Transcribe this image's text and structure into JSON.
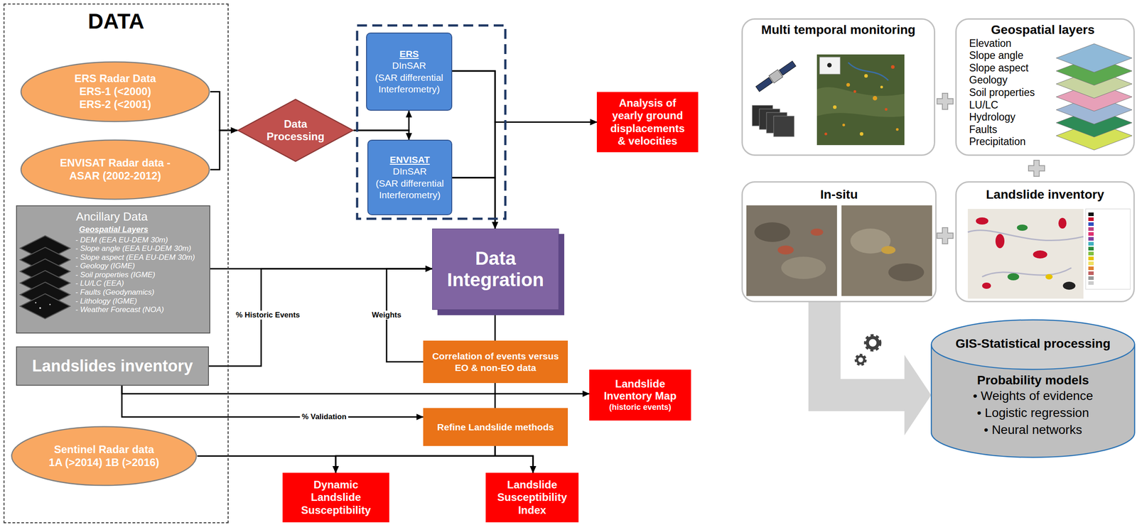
{
  "diagram": {
    "nodes": [
      {
        "text": [
          "DATA"
        ]
      },
      {
        "text": [
          "ERS Radar Data ERS-1 (<2000) ERS-2 (<2001)"
        ],
        "in": 0
      },
      {
        "text": [
          "ENVISAT Radar data - ASAR (2002-2012)"
        ],
        "in": 0
      },
      {
        "text": [
          "Ancillary Data",
          "Geospatial Layers",
          "- DEM (EEA EU-DEM 30m)",
          "- Slope angle (EEA EU-DEM 30m)",
          "- Slope aspect (EEA EU-DEM 30m)",
          "- Geology (IGME)",
          "- Soil properties (IGME)",
          "- LU/LC (EEA)",
          "- Faults (Geodynamics)",
          "- Lithology (IGME)",
          "- Weather Forecast (NOA)"
        ],
        "in": 0
      },
      {
        "text": [
          "Landslides inventory"
        ],
        "in": 0
      },
      {
        "text": [
          "Sentinel Radar data 1A (>2014) 1B (>2016)"
        ],
        "in": 0
      },
      {
        "text": [
          "Data Processing"
        ]
      },
      {
        "text": [
          "ERS",
          "DInSAR",
          "(SAR differential Interferometry)"
        ]
      },
      {
        "text": [
          "ENVISAT",
          "DInSAR",
          "(SAR differential Interferometry)"
        ]
      },
      {
        "text": [
          "Analysis of yearly ground displacements & velocities"
        ]
      },
      {
        "text": [
          "Data Integration"
        ]
      },
      {
        "text": [
          "Correlation of events versus EO & non-EO data"
        ]
      },
      {
        "text": [
          "Landslide Inventory Map",
          "(historic events)"
        ]
      },
      {
        "text": [
          "Refine Landslide methods"
        ]
      },
      {
        "text": [
          "Dynamic Landslide Susceptibility"
        ]
      },
      {
        "text": [
          "Landslide Susceptibility Index"
        ]
      },
      {
        "text": [
          "Multi temporal monitoring"
        ]
      },
      {
        "text": [
          "Geospatial layers",
          "Elevation",
          "Slope angle",
          "Slope aspect",
          "Geology",
          "Soil properties",
          "LU/LC",
          "Hydrology",
          "Faults",
          "Precipitation"
        ]
      },
      {
        "text": [
          "In-situ"
        ]
      },
      {
        "text": [
          "Landslide inventory"
        ]
      },
      {
        "text": [
          "GIS-Statistical processing",
          "Probability models",
          "• Weights of evidence",
          "• Logistic regression",
          "• Neural networks"
        ]
      }
    ],
    "edges": [
      {
        "from": 1,
        "to": 6,
        "arrow": "to"
      },
      {
        "from": 2,
        "to": 6,
        "arrow": "to"
      },
      {
        "from": 6,
        "to": 7,
        "arrow": "to"
      },
      {
        "from": 6,
        "to": 8,
        "arrow": "to"
      },
      {
        "from": 7,
        "to": 10,
        "arrow": "to"
      },
      {
        "from": 8,
        "to": 10,
        "arrow": "to"
      },
      {
        "from": 7,
        "to": 9,
        "arrow": "to"
      },
      {
        "from": 8,
        "to": 9,
        "arrow": "to"
      },
      {
        "from": 3,
        "to": 10,
        "arrow": "to"
      },
      {
        "from": 4,
        "to": 10,
        "label": "% Historic Events",
        "arrow": "to"
      },
      {
        "from": 11,
        "to": 10,
        "label": "Weights",
        "arrow": "to"
      },
      {
        "from": 10,
        "to": 11,
        "arrow": "none"
      },
      {
        "from": 11,
        "to": 13,
        "arrow": "none"
      },
      {
        "from": 4,
        "to": 12,
        "arrow": "to"
      },
      {
        "from": 4,
        "to": 13,
        "label": "% Validation",
        "arrow": "to"
      },
      {
        "from": 5,
        "to": 14,
        "arrow": "to"
      },
      {
        "from": 5,
        "to": 15,
        "arrow": "to"
      },
      {
        "from": 13,
        "to": 14,
        "arrow": "to"
      },
      {
        "from": 13,
        "to": 15,
        "arrow": "to"
      },
      {
        "from": 18,
        "to": 20,
        "arrow": "to"
      }
    ]
  }
}
